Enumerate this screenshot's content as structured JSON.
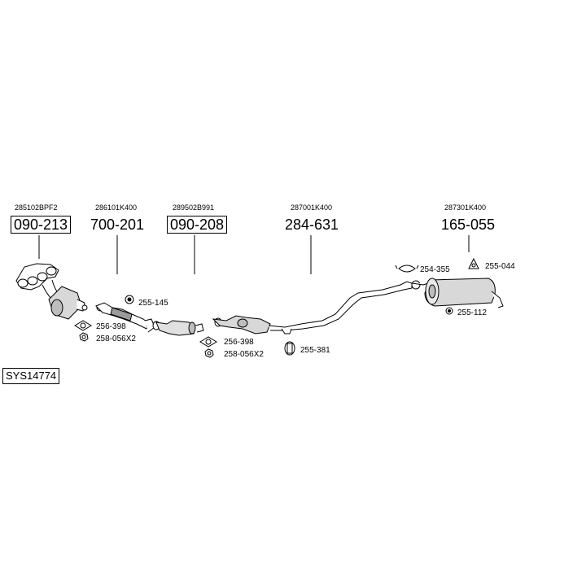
{
  "diagram": {
    "system_code": "SYS14774",
    "groups": [
      {
        "oem": "285102BPF2",
        "part": "090-213",
        "boxed": true
      },
      {
        "oem": "286101K400",
        "part": "700-201",
        "boxed": false
      },
      {
        "oem": "289502B991",
        "part": "090-208",
        "boxed": true
      },
      {
        "oem": "287001K400",
        "part": "284-631",
        "boxed": false
      },
      {
        "oem": "287301K400",
        "part": "165-055",
        "boxed": false
      }
    ],
    "callouts": [
      {
        "text": "255-145",
        "icon": "hanger-ring-icon"
      },
      {
        "text": "256-398",
        "icon": "gasket-icon"
      },
      {
        "text": "258-056X2",
        "icon": "nut-icon"
      },
      {
        "text": "256-398",
        "icon": "gasket-icon"
      },
      {
        "text": "258-056X2",
        "icon": "nut-icon"
      },
      {
        "text": "255-381",
        "icon": "rubber-mount-icon"
      },
      {
        "text": "254-355",
        "icon": "clamp-icon"
      },
      {
        "text": "255-044",
        "icon": "hanger-icon"
      },
      {
        "text": "255-112",
        "icon": "hanger-ring-icon"
      }
    ]
  }
}
